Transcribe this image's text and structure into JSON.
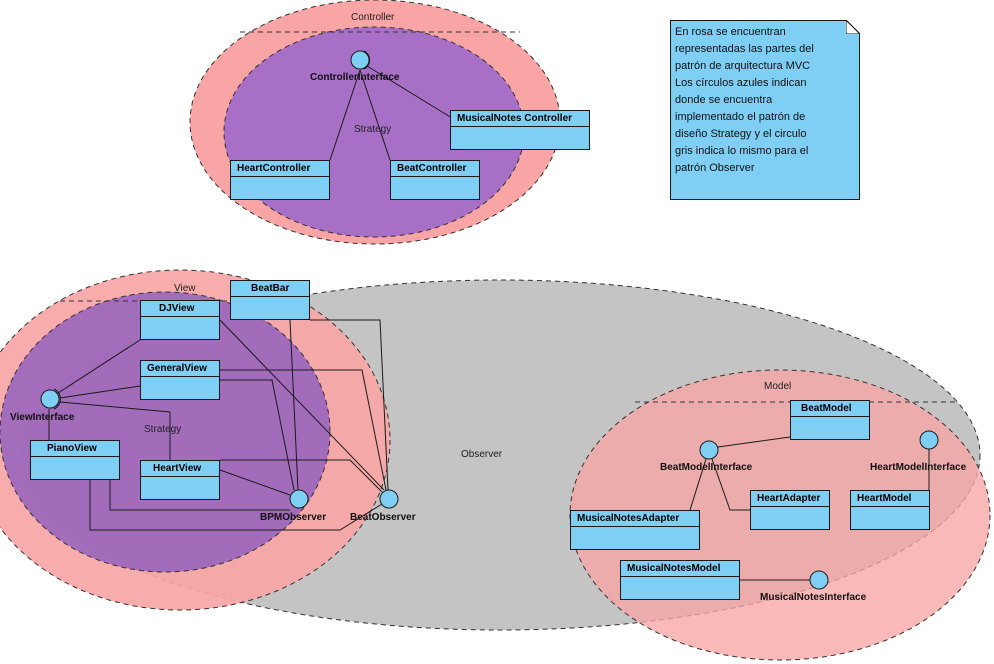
{
  "groups": {
    "controller": "Controller",
    "view": "View",
    "model": "Model",
    "observer": "Observer",
    "strategy_controller": "Strategy",
    "strategy_view": "Strategy"
  },
  "interfaces": {
    "controller_interface": "ControllerInterface",
    "view_interface": "ViewInterface",
    "bpm_observer": "BPMObserver",
    "beat_observer": "BeatObserver",
    "beat_model_interface": "BeatModelInterface",
    "heart_model_interface": "HeartModelInterface",
    "musical_notes_interface": "MusicalNotesInterface"
  },
  "classes": {
    "musical_notes_controller": "MusicalNotes Controller",
    "heart_controller": "HeartController",
    "beat_controller": "BeatController",
    "beat_bar": "BeatBar",
    "dj_view": "DJView",
    "general_view": "GeneralView",
    "piano_view": "PianoView",
    "heart_view": "HeartView",
    "beat_model": "BeatModel",
    "heart_adapter": "HeartAdapter",
    "heart_model": "HeartModel",
    "musical_notes_adapter": "MusicalNotesAdapter",
    "musical_notes_model": "MusicalNotesModel"
  },
  "note": {
    "lines": [
      "En rosa se encuentran",
      "representadas las partes del",
      "patrón de arquitectura MVC",
      "Los círculos azules indican",
      "donde se encuentra",
      "implementado el patrón de",
      "diseño Strategy y el circulo",
      "gris indica lo mismo para el",
      "patrón Observer"
    ]
  },
  "colors": {
    "mvc_pink": "#f9a5a5",
    "strategy_purple": "#a86fc7",
    "observer_gray": "#c4c4c4",
    "class_fill": "#7fcff5"
  }
}
